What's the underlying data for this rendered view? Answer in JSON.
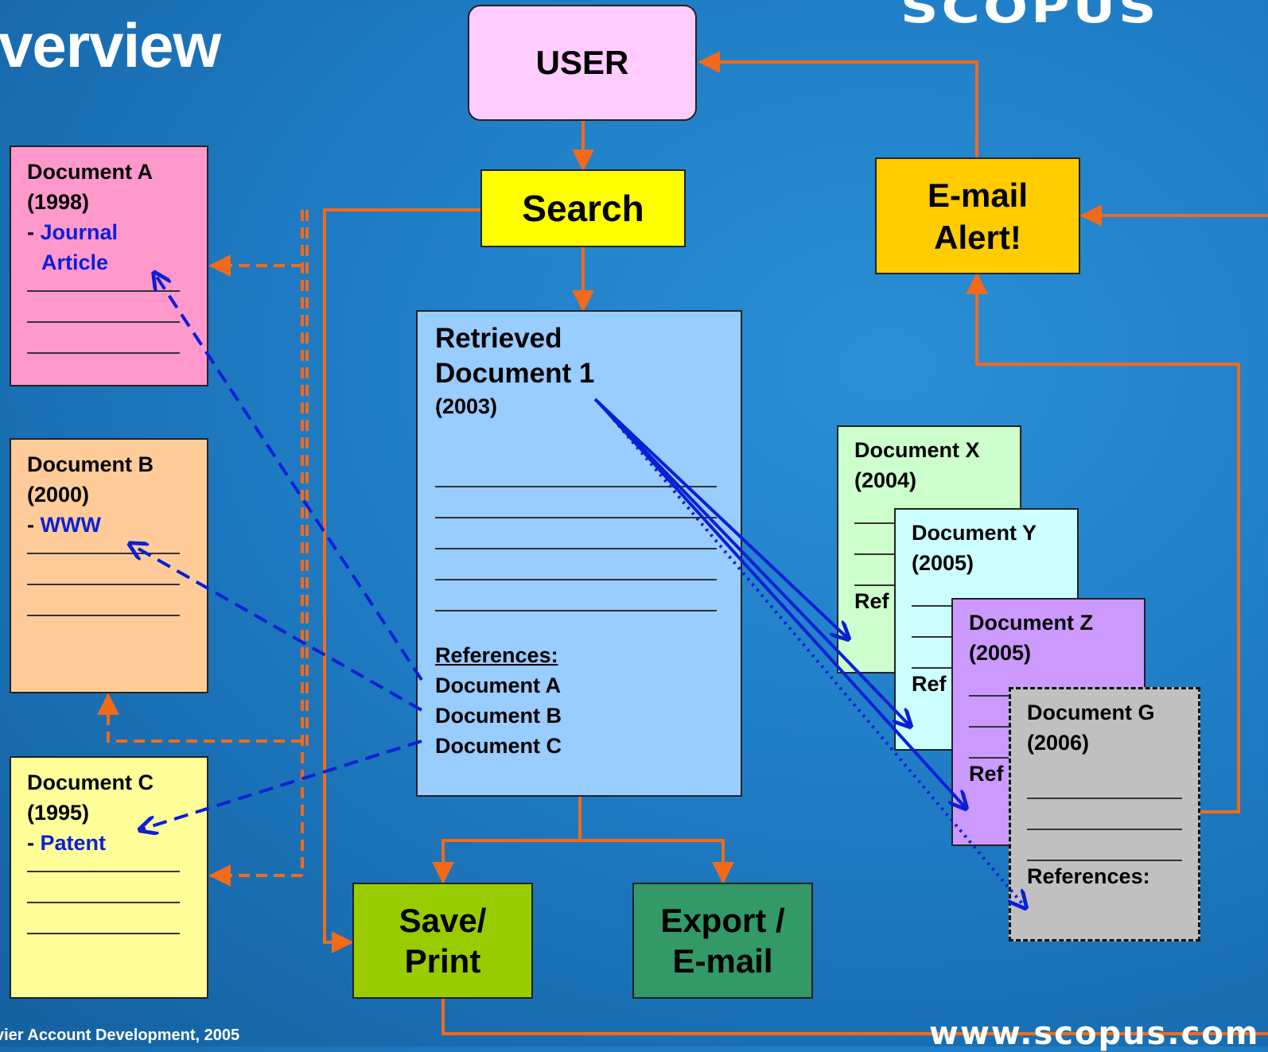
{
  "title": "verview",
  "brand": "SCOPUS",
  "footer_left": "vier Account Development, 2005",
  "footer_right": "www.scopus.com",
  "user": "USER",
  "search": "Search",
  "email_alert": {
    "line1": "E-mail",
    "line2": "Alert!"
  },
  "save_print": {
    "line1": "Save/",
    "line2": "Print"
  },
  "export_email": {
    "line1": "Export /",
    "line2": "E-mail"
  },
  "retrieved": {
    "line1": "Retrieved",
    "line2": "Document 1",
    "year": "(2003)",
    "refs_title": "References:",
    "refs": [
      "Document A",
      "Document B",
      "Document C"
    ]
  },
  "doc_a": {
    "title": "Document A",
    "year": "(1998)",
    "dash": "- ",
    "type1": "Journal",
    "type2": "Article"
  },
  "doc_b": {
    "title": "Document B",
    "year": "(2000)",
    "dash": "- ",
    "type": "WWW"
  },
  "doc_c": {
    "title": "Document C",
    "year": "(1995)",
    "dash": "- ",
    "type": "Patent"
  },
  "doc_x": {
    "title": "Document X",
    "year": "(2004)",
    "ref": "Ref"
  },
  "doc_y": {
    "title": "Document Y",
    "year": "(2005)",
    "ref": "Ref"
  },
  "doc_z": {
    "title": "Document Z",
    "year": "(2005)",
    "ref": "Ref"
  },
  "doc_g": {
    "title": "Document G",
    "year": "(2006)",
    "refs_title": "References:"
  },
  "colors": {
    "background": "#1f7cc4",
    "connector_orange": "#f26a1b",
    "citation_blue": "#0a1fd6",
    "user_fill": "#ffccff",
    "search_fill": "#ffff00",
    "email_fill": "#ffcc00",
    "save_fill": "#99cc00",
    "export_fill": "#339966",
    "retrieved_fill": "#99ccff",
    "doc_a_fill": "#ff99cc",
    "doc_b_fill": "#ffcc99",
    "doc_c_fill": "#ffff99",
    "doc_x_fill": "#ccffcc",
    "doc_y_fill": "#ccffff",
    "doc_z_fill": "#cc99ff",
    "doc_g_fill": "#c0c0c0"
  }
}
